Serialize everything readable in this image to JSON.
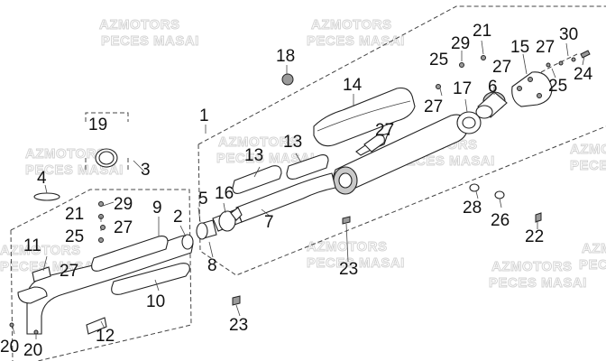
{
  "watermark": {
    "line1": "AZMOTORS",
    "line2": "PECES MASAI"
  },
  "callouts": {
    "c1": "1",
    "c2": "2",
    "c3": "3",
    "c4": "4",
    "c5": "5",
    "c6": "6",
    "c7": "7",
    "c8": "8",
    "c9": "9",
    "c10": "10",
    "c11": "11",
    "c12": "12",
    "c13a": "13",
    "c13b": "13",
    "c14": "14",
    "c15": "15",
    "c16": "16",
    "c17": "17",
    "c18": "18",
    "c19": "19",
    "c20a": "20",
    "c20b": "20",
    "c21a": "21",
    "c21b": "21",
    "c22": "22",
    "c23a": "23",
    "c23b": "23",
    "c24": "24",
    "c25a": "25",
    "c25b": "25",
    "c25c": "25",
    "c26": "26",
    "c27a": "27",
    "c27b": "27",
    "c27c": "27",
    "c27d": "27",
    "c27e": "27",
    "c27f": "27",
    "c28": "28",
    "c29a": "29",
    "c29b": "29",
    "c30": "30"
  }
}
